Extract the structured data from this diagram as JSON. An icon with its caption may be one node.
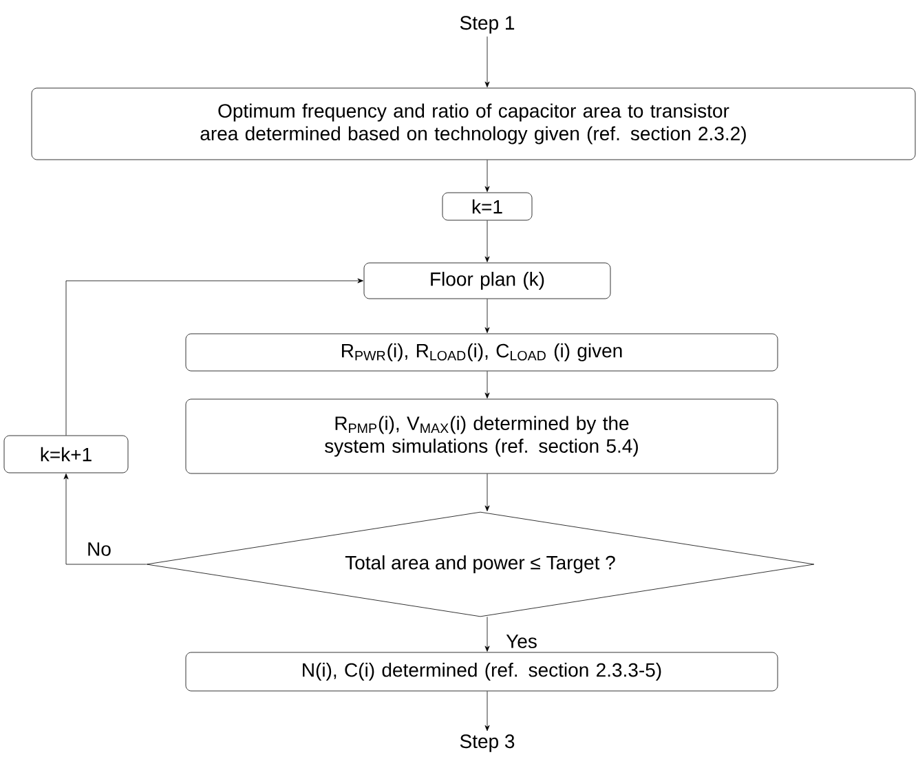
{
  "diagram": {
    "nodes": [
      {
        "text": [
          "Step 1"
        ]
      },
      {
        "text": [
          "Optimum frequency and ratio of capacitor area to transistor area determined based on technology given (ref. section 2.3.2)"
        ]
      },
      {
        "text": [
          "k=1"
        ]
      },
      {
        "text": [
          "Floor plan (k)"
        ]
      },
      {
        "text": [
          "R$_{PWR}$(i), R$_{LOAD}$(i), C$_{LOAD}$ (i) given"
        ]
      },
      {
        "text": [
          "R$_{PMP}$(i), V$_{MAX}$(i) determined by the system simulations (ref. section 5.4)"
        ]
      },
      {
        "text": [
          "Total area and power ≤ Target ?"
        ]
      },
      {
        "text": [
          "k=k+1"
        ]
      },
      {
        "text": [
          "N(i), C(i) determined (ref. section 2.3.3-5)"
        ]
      },
      {
        "text": [
          "Step 3"
        ]
      }
    ],
    "edges": [
      {
        "from": 0,
        "to": 1,
        "arrow": "to"
      },
      {
        "from": 1,
        "to": 2,
        "arrow": "to"
      },
      {
        "from": 2,
        "to": 3,
        "arrow": "to"
      },
      {
        "from": 3,
        "to": 4,
        "arrow": "to"
      },
      {
        "from": 4,
        "to": 5,
        "arrow": "to"
      },
      {
        "from": 5,
        "to": 6,
        "arrow": "to"
      },
      {
        "from": 6,
        "to": 7,
        "label": "No",
        "arrow": "to"
      },
      {
        "from": 7,
        "to": 3,
        "arrow": "to"
      },
      {
        "from": 6,
        "to": 8,
        "label": "Yes",
        "arrow": "to"
      },
      {
        "from": 8,
        "to": 9,
        "arrow": "to"
      }
    ]
  }
}
